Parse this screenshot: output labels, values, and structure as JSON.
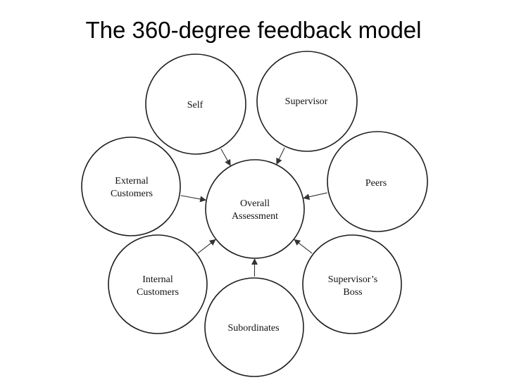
{
  "title": "The 360-degree feedback model",
  "center": {
    "lines": [
      "Overall",
      "Assessment"
    ]
  },
  "sources": [
    {
      "id": "self",
      "lines": [
        "Self"
      ]
    },
    {
      "id": "supervisor",
      "lines": [
        "Supervisor"
      ]
    },
    {
      "id": "peers",
      "lines": [
        "Peers"
      ]
    },
    {
      "id": "supervisors-boss",
      "lines": [
        "Supervisor’s",
        "Boss"
      ]
    },
    {
      "id": "subordinates",
      "lines": [
        "Subordinates"
      ]
    },
    {
      "id": "internal-customers",
      "lines": [
        "Internal",
        "Customers"
      ]
    },
    {
      "id": "external-customers",
      "lines": [
        "External",
        "Customers"
      ]
    }
  ],
  "colors": {
    "stroke": "#1e1e1e",
    "text": "#111111",
    "background": "#ffffff"
  }
}
